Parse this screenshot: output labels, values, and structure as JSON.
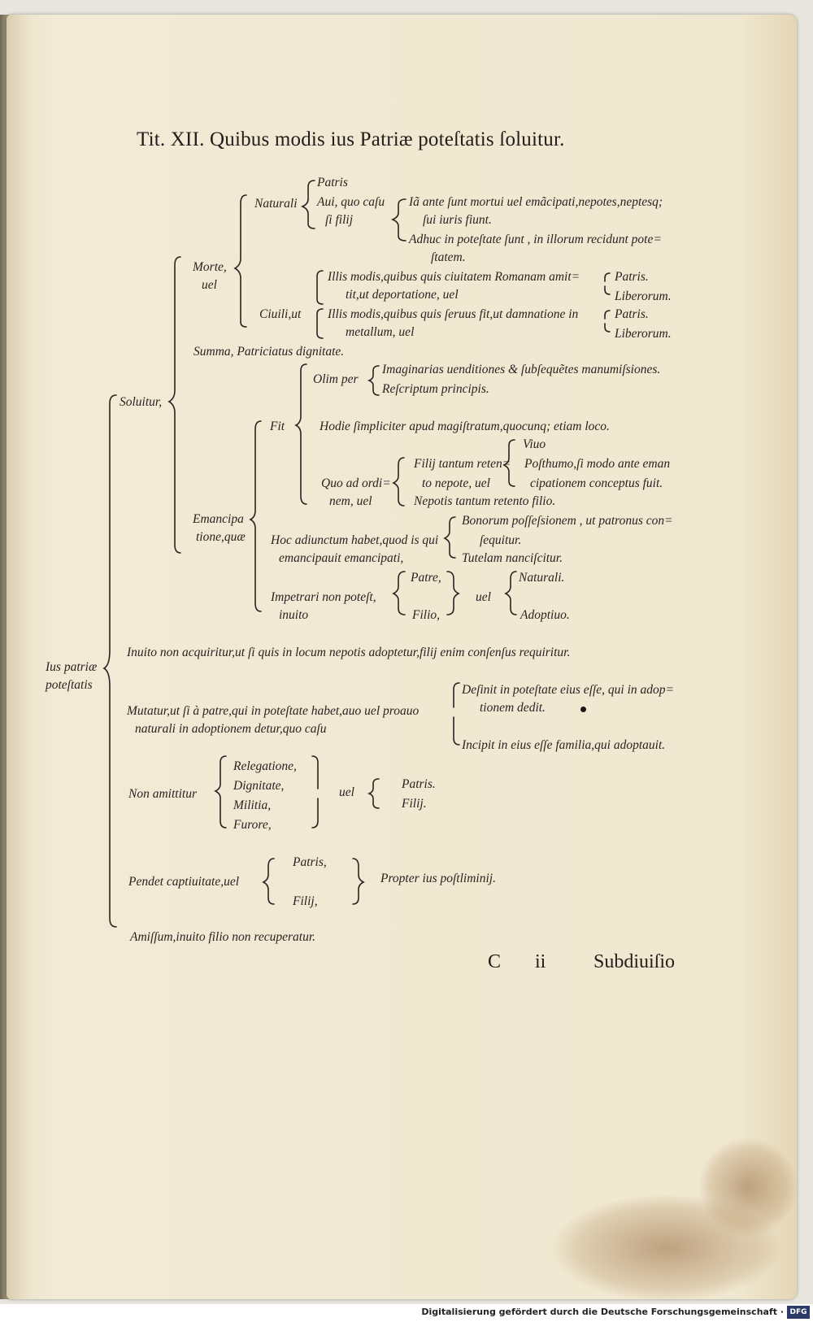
{
  "title": "Tit. XII. Quibus modis ius Patriæ poteſtatis ſoluitur.",
  "texts": {
    "root": "Ius patriæ",
    "root2": "poteſtatis",
    "soluitur": "Soluitur,",
    "morte": "Morte,",
    "morte_uel": "uel",
    "naturali": "Naturali",
    "patris": "Patris",
    "aui": "Aui, quo caſu",
    "si_filij": "ſi filij",
    "iam_ante": "Iã ante ſunt mortui uel emãcipati,nepotes,neptesq;",
    "sui_iuris": "ſui iuris fiunt.",
    "adhuc": "Adhuc in poteſtate ſunt , in illorum recidunt pote=",
    "statem": "ſtatem.",
    "ciuili": "Ciuili,ut",
    "illis1": "Illis modis,quibus quis ciuitatem Romanam amit=",
    "tit": "tit,ut deportatione, uel",
    "illis2": "Illis modis,quibus quis ſeruus fit,ut damnatione in",
    "metallum": "metallum, uel",
    "patris_a": "Patris.",
    "liberorum_a": "Liberorum.",
    "patris_b": "Patris.",
    "liberorum_b": "Liberorum.",
    "summa": "Summa, Patriciatus dignitate.",
    "olim": "Olim per",
    "imaginarias": "Imaginarias uenditiones & ſubſequẽtes manumiſsiones.",
    "rescriptum": "Reſcriptum principis.",
    "fit": "Fit",
    "hodie": "Hodie ſimpliciter apud magiſtratum,quocunq; etiam loco.",
    "uiuo": "Viuo",
    "filij_tantum": "Filij tantum reten=",
    "posthumo": "Poſthumo,ſi modo ante eman",
    "quo_ad": "Quo ad ordi=",
    "to_nepote": "to nepote, uel",
    "cipationem": "cipationem conceptus fuit.",
    "nem_uel": "nem, uel",
    "nepotis": "Nepotis tantum retento filio.",
    "emancipa": "Emancipa",
    "tione": "tione,quæ",
    "bonorum": "Bonorum poſſeſsionem , ut patronus con=",
    "hoc": "Hoc adiunctum habet,quod is qui",
    "sequitur": "ſequitur.",
    "emancipauit": "emancipauit emancipati,",
    "tutelam": "Tutelam nanciſcitur.",
    "patre": "Patre,",
    "naturali2": "Naturali.",
    "impetrari": "Impetrari non poteſt,",
    "uel_mid": "uel",
    "inuito": "inuito",
    "filio": "Filio,",
    "adoptiuo": "Adoptiuo.",
    "inuito_non": "Inuito non acquiritur,ut ſi quis in locum nepotis adoptetur,filij enim conſenſus requiritur.",
    "desinit": "Deſinit in poteſtate eius eſſe, qui in adop=",
    "mutatur": "Mutatur,ut ſi à patre,qui in poteſtate habet,auo uel proauo",
    "tionem": "tionem dedit.",
    "naturali_in": "naturali in adoptionem detur,quo caſu",
    "incipit": "Incipit in eius eſſe familia,qui adoptauit.",
    "relegatione": "Relegatione,",
    "dignitate": "Dignitate,",
    "non_amittitur": "Non amittitur",
    "militia": "Militia,",
    "furore": "Furore,",
    "uel2": "uel",
    "patris2": "Patris.",
    "filij2": "Filij.",
    "patris3": "Patris,",
    "pendet": "Pendet captiuitate,uel",
    "propter": "Propter ius poſtliminij.",
    "filij3": "Filij,",
    "amissum": "Amiſſum,inuito filio non recuperatur."
  },
  "signature": {
    "c": "C",
    "ii": "ii",
    "catch": "Subdiuiſio"
  },
  "footer": {
    "text": "Digitalisierung gefördert durch die Deutsche Forschungsgemeinschaft ·",
    "logo": "DFG"
  }
}
